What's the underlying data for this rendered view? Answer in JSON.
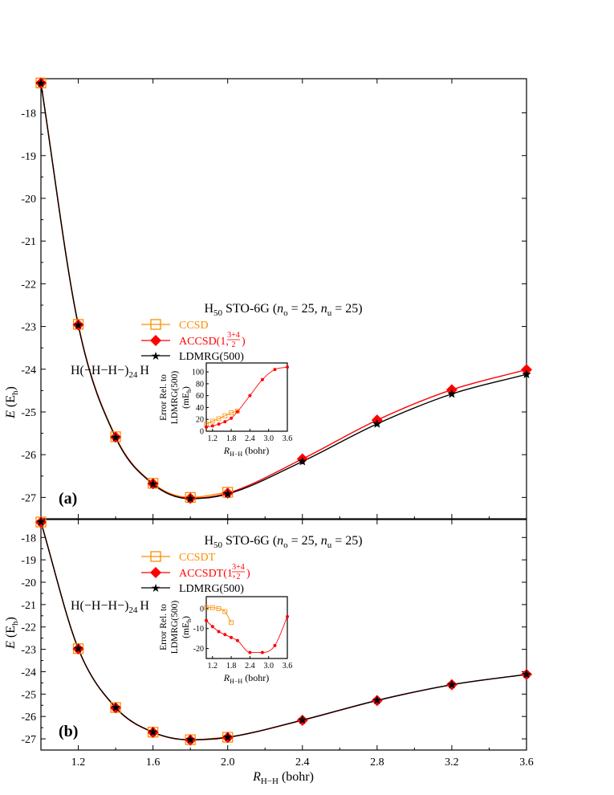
{
  "x_axis": {
    "label": "R",
    "label_sub": "H−H",
    "unit": " (bohr)"
  },
  "y_axis": {
    "label": "E",
    "unit_open": " (E",
    "unit_sub": "h",
    "unit_close": ")"
  },
  "inset_axes": {
    "ylabel_line1": "Error Rel. to",
    "ylabel_line2": "LDMRG(500)",
    "ylabel_line3_open": "(mE",
    "ylabel_line3_sub": "h",
    "ylabel_line3_close": ")",
    "xlabel": "R",
    "xlabel_sub": "H−H",
    "xlabel_unit": " (bohr)"
  },
  "colors": {
    "ccsd": "#ff8c00",
    "accsd": "#ff0000",
    "ldmrg": "#000000"
  },
  "chart_data": [
    {
      "type": "line",
      "panel_label": "(a)",
      "title_main": "H",
      "title_sub": "50",
      "title_rest": " STO-6G (",
      "title_no": "n",
      "title_no_sub": "o",
      "title_no_val": " = 25, ",
      "title_nu": "n",
      "title_nu_sub": "u",
      "title_nu_val": " = 25)",
      "formula": "H(−H−H−)",
      "formula_sub": "24",
      "formula_end": "H",
      "xlim": [
        1.0,
        3.6
      ],
      "ylim": [
        -27.5,
        -17.2
      ],
      "xticks": [
        "1.2",
        "1.6",
        "2.0",
        "2.4",
        "2.8",
        "3.2",
        "3.6"
      ],
      "yticks": [
        "-18",
        "-19",
        "-20",
        "-21",
        "-22",
        "-23",
        "-24",
        "-25",
        "-26",
        "-27"
      ],
      "x": [
        1.0,
        1.2,
        1.4,
        1.6,
        1.8,
        2.0,
        2.4,
        2.8,
        3.2,
        3.6
      ],
      "series": [
        {
          "name": "CCSD",
          "marker": "open-square",
          "color": "#ff8c00",
          "x": [
            1.0,
            1.2,
            1.4,
            1.6,
            1.8,
            2.0
          ],
          "values": [
            -17.3,
            -22.95,
            -25.58,
            -26.67,
            -27.0,
            -26.88
          ]
        },
        {
          "name": "ACCSD(1,",
          "name_frac_num": "3+4",
          "name_frac_den": "2",
          "name_close": ")",
          "marker": "diamond",
          "color": "#ff0000",
          "x": [
            1.0,
            1.2,
            1.4,
            1.6,
            1.8,
            2.0,
            2.4,
            2.8,
            3.2,
            3.6
          ],
          "values": [
            -17.3,
            -22.96,
            -25.59,
            -26.68,
            -27.02,
            -26.9,
            -26.1,
            -25.19,
            -24.48,
            -24.01
          ]
        },
        {
          "name": "LDMRG(500)",
          "marker": "star",
          "color": "#000000",
          "x": [
            1.0,
            1.2,
            1.4,
            1.6,
            1.8,
            2.0,
            2.4,
            2.8,
            3.2,
            3.6
          ],
          "values": [
            -17.31,
            -22.97,
            -25.6,
            -26.69,
            -27.03,
            -26.92,
            -26.16,
            -25.28,
            -24.58,
            -24.12
          ]
        }
      ],
      "inset": {
        "xlim": [
          1.0,
          3.6
        ],
        "ylim": [
          0,
          115
        ],
        "xticks": [
          "1.2",
          "1.8",
          "2.4",
          "3.0",
          "3.6"
        ],
        "yticks": [
          "0",
          "20",
          "40",
          "60",
          "80",
          "100"
        ],
        "series": [
          {
            "name": "CCSD",
            "x": [
              1.0,
              1.2,
              1.4,
              1.6,
              1.8,
              2.0
            ],
            "values": [
              12,
              17,
              21,
              26,
              31,
              34
            ]
          },
          {
            "name": "ACCSD",
            "x": [
              1.0,
              1.2,
              1.4,
              1.6,
              1.8,
              2.0,
              2.4,
              2.8,
              3.2,
              3.6
            ],
            "values": [
              7,
              9,
              12,
              16,
              22,
              33,
              60,
              87,
              104,
              108
            ]
          }
        ]
      }
    },
    {
      "type": "line",
      "panel_label": "(b)",
      "title_main": "H",
      "title_sub": "50",
      "title_rest": " STO-6G (",
      "title_no": "n",
      "title_no_sub": "o",
      "title_no_val": " = 25, ",
      "title_nu": "n",
      "title_nu_sub": "u",
      "title_nu_val": " = 25)",
      "formula": "H(−H−H−)",
      "formula_sub": "24",
      "formula_end": "H",
      "xlim": [
        1.0,
        3.6
      ],
      "ylim": [
        -27.5,
        -17.2
      ],
      "xticks": [
        "1.2",
        "1.6",
        "2.0",
        "2.4",
        "2.8",
        "3.2",
        "3.6"
      ],
      "yticks": [
        "-18",
        "-19",
        "-20",
        "-21",
        "-22",
        "-23",
        "-24",
        "-25",
        "-26",
        "-27"
      ],
      "x": [
        1.0,
        1.2,
        1.4,
        1.6,
        1.8,
        2.0,
        2.4,
        2.8,
        3.2,
        3.6
      ],
      "series": [
        {
          "name": "CCSDT",
          "marker": "open-square",
          "color": "#ff8c00",
          "x": [
            1.0,
            1.2,
            1.4,
            1.6,
            1.8,
            2.0
          ],
          "values": [
            -17.31,
            -22.97,
            -25.6,
            -26.7,
            -27.04,
            -26.93
          ]
        },
        {
          "name": "ACCSDT(1,",
          "name_frac_num": "3+4",
          "name_frac_den": "2",
          "name_close": ")",
          "marker": "diamond",
          "color": "#ff0000",
          "x": [
            1.0,
            1.2,
            1.4,
            1.6,
            1.8,
            2.0,
            2.4,
            2.8,
            3.2,
            3.6
          ],
          "values": [
            -17.32,
            -22.98,
            -25.61,
            -26.71,
            -27.05,
            -26.94,
            -26.17,
            -25.29,
            -24.58,
            -24.12
          ]
        },
        {
          "name": "LDMRG(500)",
          "marker": "star",
          "color": "#000000",
          "x": [
            1.0,
            1.2,
            1.4,
            1.6,
            1.8,
            2.0,
            2.4,
            2.8,
            3.2,
            3.6
          ],
          "values": [
            -17.31,
            -22.97,
            -25.6,
            -26.7,
            -27.04,
            -26.93,
            -26.16,
            -25.28,
            -24.58,
            -24.12
          ]
        }
      ],
      "inset": {
        "xlim": [
          1.0,
          3.6
        ],
        "ylim": [
          -25,
          6
        ],
        "xticks": [
          "1.2",
          "1.8",
          "2.4",
          "3.0",
          "3.6"
        ],
        "yticks": [
          "0",
          "-10",
          "-20"
        ],
        "series": [
          {
            "name": "CCSDT",
            "x": [
              1.0,
              1.2,
              1.4,
              1.6,
              1.8
            ],
            "values": [
              0.5,
              0.5,
              0,
              -1.5,
              -7
            ]
          },
          {
            "name": "ACCSDT",
            "x": [
              1.0,
              1.2,
              1.4,
              1.6,
              1.8,
              2.0,
              2.4,
              2.8,
              3.2,
              3.6
            ],
            "values": [
              -6,
              -9,
              -11.5,
              -13,
              -14.5,
              -16,
              -22,
              -22,
              -18.5,
              -4
            ]
          }
        ]
      }
    }
  ]
}
